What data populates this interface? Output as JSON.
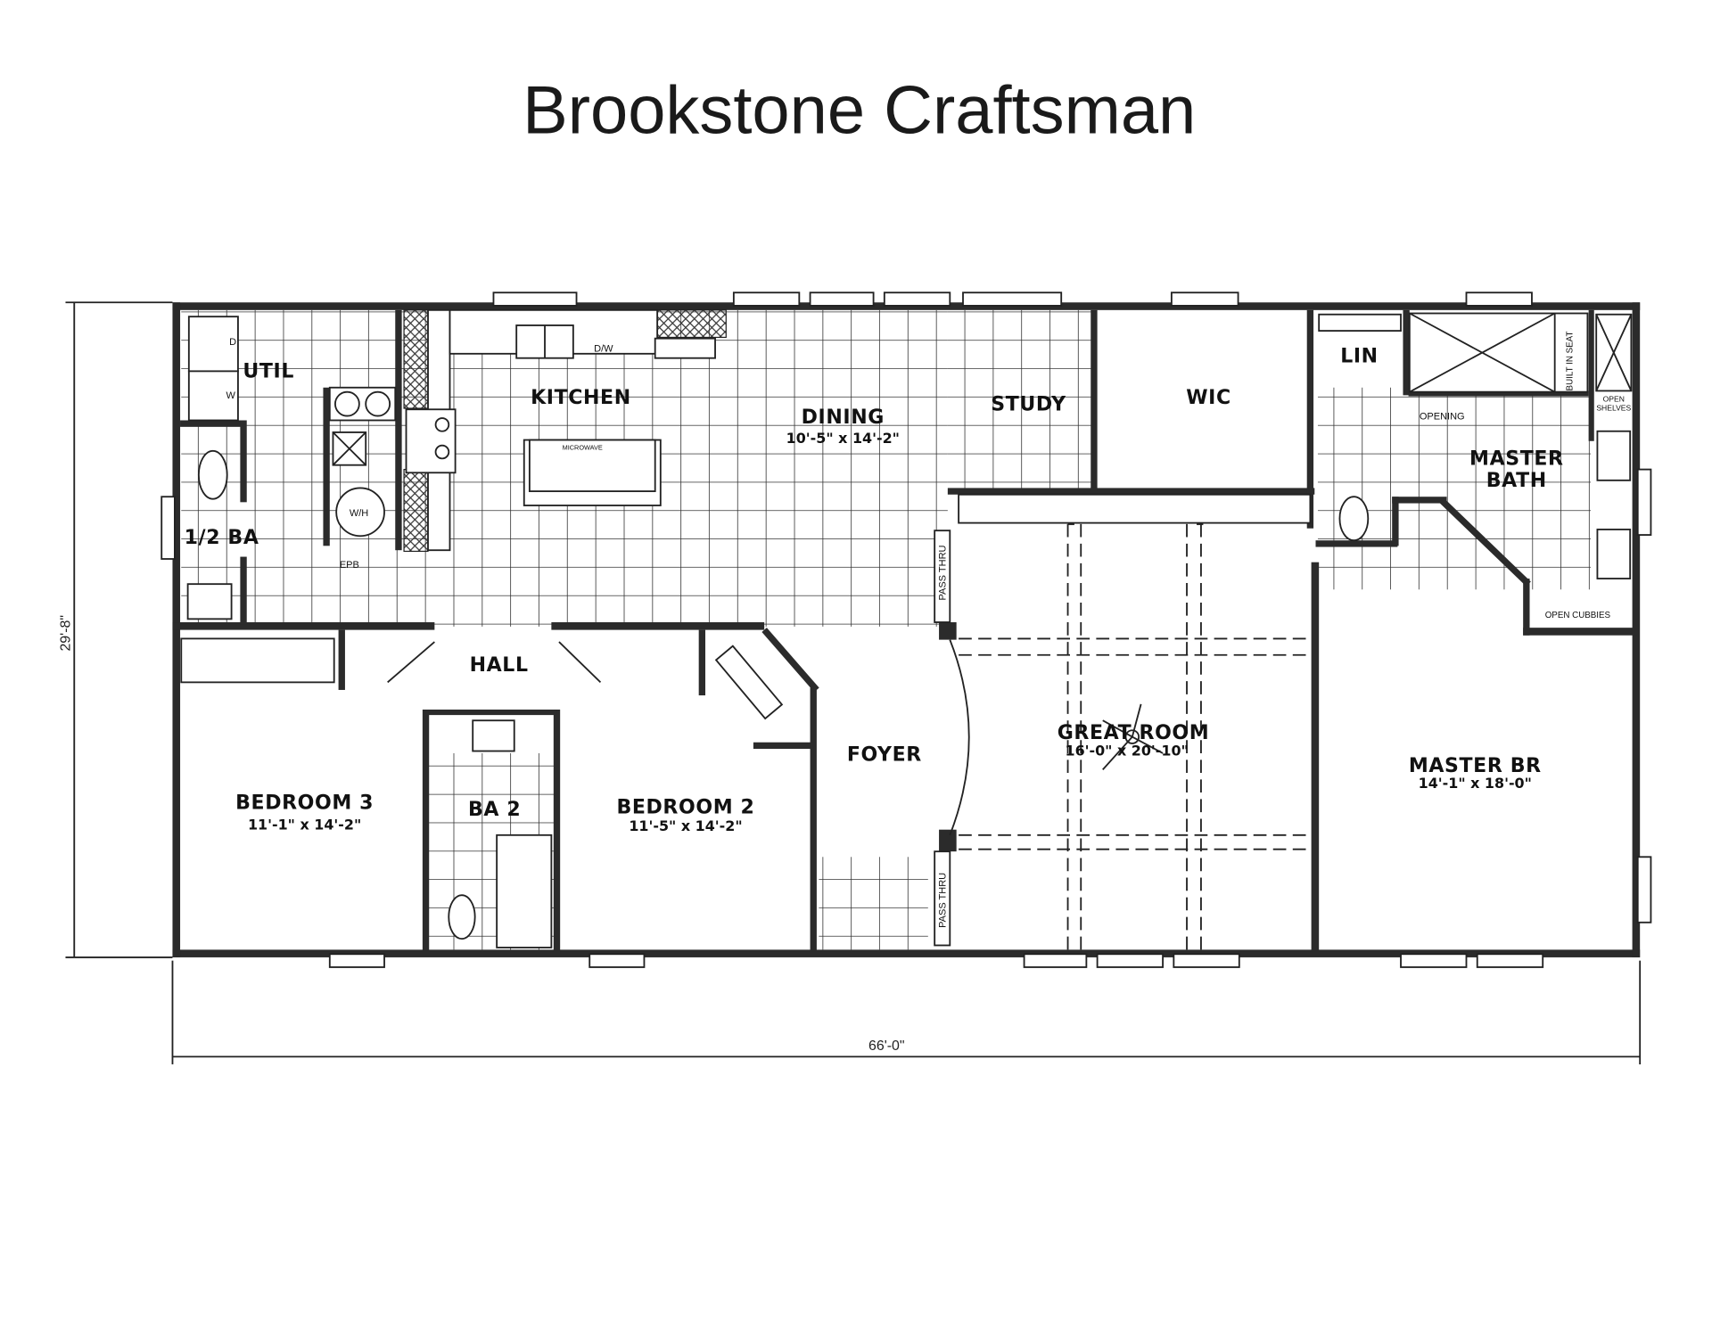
{
  "title": "Brookstone Craftsman",
  "overall_dimensions": {
    "depth": "29'-8\"",
    "width": "66'-0\""
  },
  "rooms": {
    "util": {
      "name": "UTIL"
    },
    "kitchen": {
      "name": "KITCHEN"
    },
    "dining": {
      "name": "DINING",
      "size": "10'-5\" x 14'-2\""
    },
    "study": {
      "name": "STUDY"
    },
    "wic": {
      "name": "WIC"
    },
    "lin": {
      "name": "LIN"
    },
    "master_bath": {
      "name_line1": "MASTER",
      "name_line2": "BATH"
    },
    "half_bath": {
      "name": "1/2 BA"
    },
    "hall": {
      "name": "HALL"
    },
    "foyer": {
      "name": "FOYER"
    },
    "great_room": {
      "name": "GREAT ROOM",
      "size": "16'-0\" x 20'-10\""
    },
    "master_br": {
      "name": "MASTER BR",
      "size": "14'-1\" x 18'-0\""
    },
    "bedroom3": {
      "name": "BEDROOM 3",
      "size": "11'-1\" x 14'-2\""
    },
    "ba2": {
      "name": "BA 2"
    },
    "bedroom2": {
      "name": "BEDROOM 2",
      "size": "11'-5\" x 14'-2\""
    }
  },
  "fixture_labels": {
    "dryer": "D",
    "washer": "W",
    "dishwasher": "D/W",
    "microwave": "MICROWAVE",
    "water_heater": "W/H",
    "epb": "EPB",
    "pass_thru": "PASS THRU",
    "opening": "OPENING",
    "built_in_seat": "BUILT IN SEAT",
    "open_shelves_1": "OPEN",
    "open_shelves_2": "SHELVES",
    "open_cubbies": "OPEN CUBBIES"
  }
}
